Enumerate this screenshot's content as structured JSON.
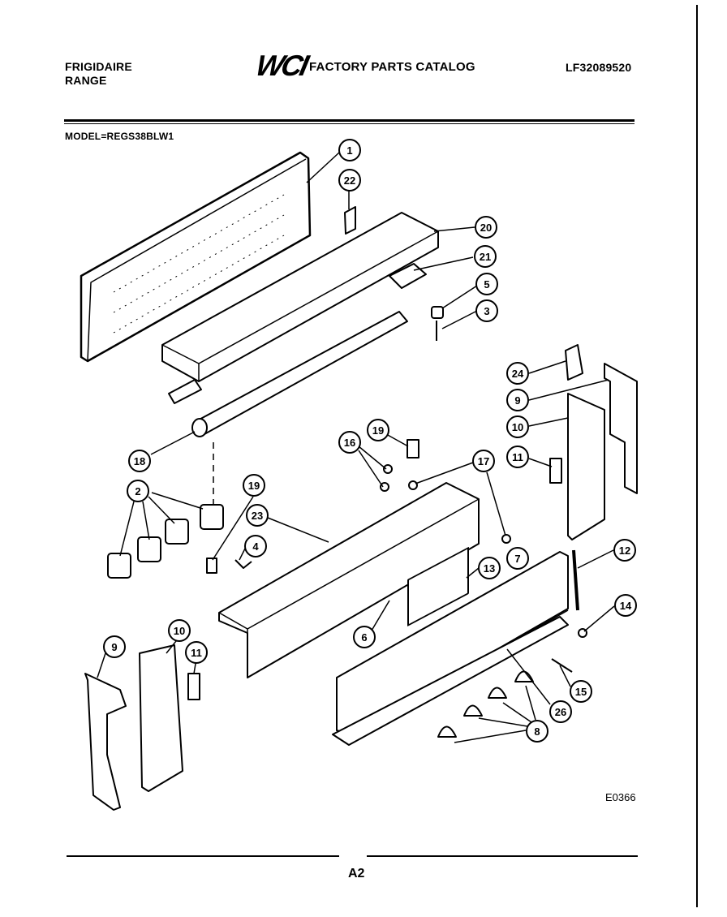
{
  "header": {
    "brand_line1": "FRIGIDAIRE",
    "brand_line2": "RANGE",
    "logo": "WCI",
    "catalog_title": "FACTORY PARTS CATALOG",
    "catalog_number": "LF32089520"
  },
  "model_label": "MODEL=REGS38BLW1",
  "diagram_code": "E0366",
  "page_number": "A2",
  "callouts": [
    "1",
    "22",
    "20",
    "21",
    "5",
    "3",
    "24",
    "9",
    "10",
    "11",
    "18",
    "16",
    "19",
    "17",
    "2",
    "19",
    "23",
    "4",
    "12",
    "7",
    "13",
    "14",
    "6",
    "10",
    "9",
    "11",
    "15",
    "26",
    "8"
  ]
}
